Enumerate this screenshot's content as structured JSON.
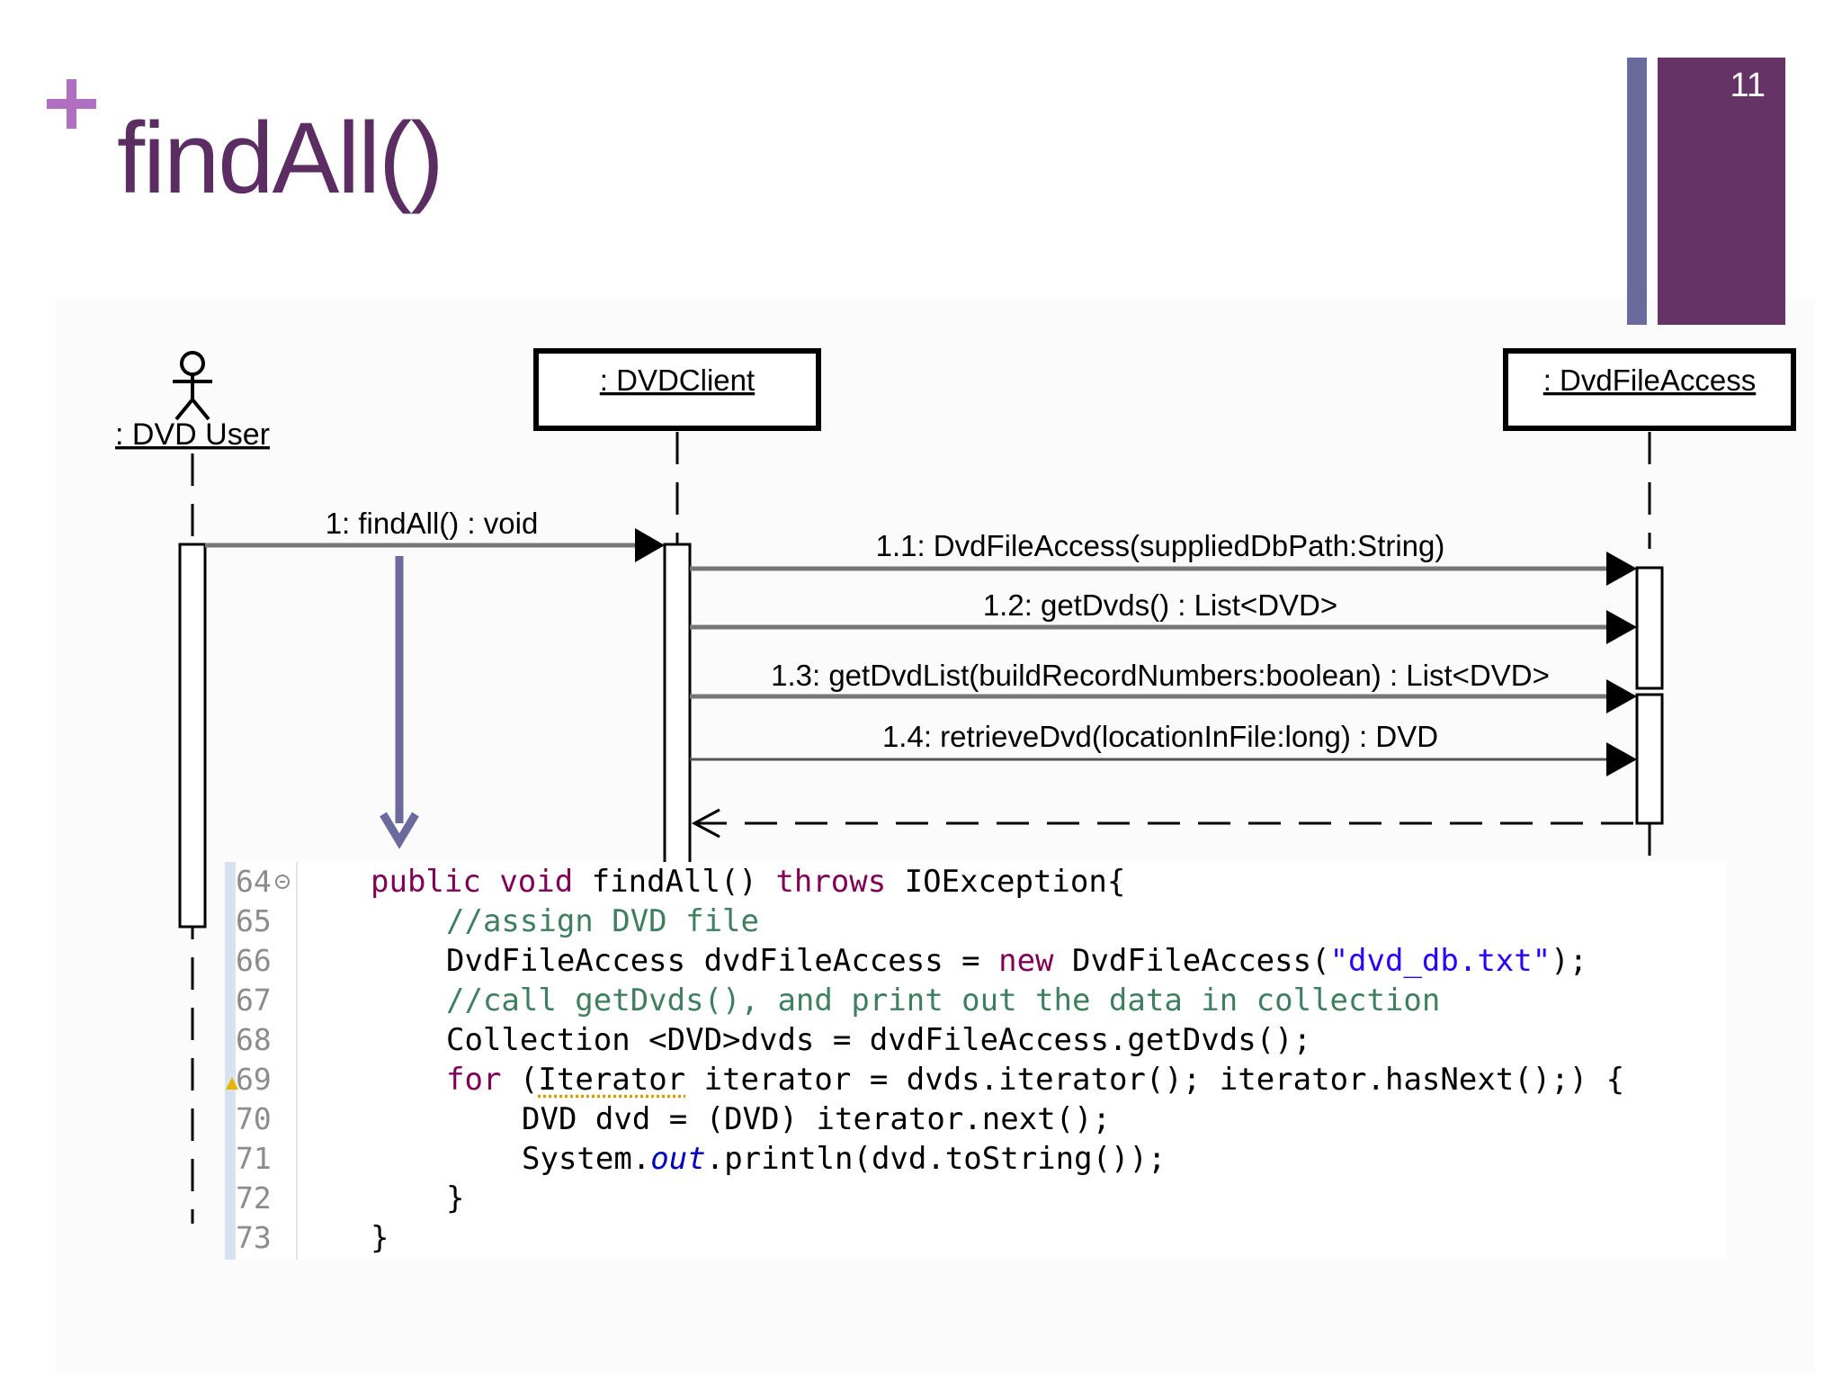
{
  "slide": {
    "title": "findAll()",
    "number": "11"
  },
  "diagram": {
    "actor": {
      "label": ": DVD User"
    },
    "lifelines": [
      {
        "label": ": DVDClient"
      },
      {
        "label": ": DvdFileAccess"
      }
    ],
    "messages": [
      {
        "label": "1: findAll() : void"
      },
      {
        "label": "1.1: DvdFileAccess(suppliedDbPath:String)"
      },
      {
        "label": "1.2: getDvds() : List<DVD>"
      },
      {
        "label": "1.3: getDvdList(buildRecordNumbers:boolean) : List<DVD>"
      },
      {
        "label": "1.4: retrieveDvd(locationInFile:long) : DVD"
      }
    ]
  },
  "code": {
    "line_numbers": [
      "64",
      "65",
      "66",
      "67",
      "68",
      "69",
      "70",
      "71",
      "72",
      "73"
    ],
    "lines": {
      "l64": {
        "kw1": "public",
        "kw2": "void",
        "rest1": " findAll() ",
        "kw3": "throws",
        "rest2": " IOException{"
      },
      "l65": {
        "comment": "//assign DVD file"
      },
      "l66": {
        "pre": "DvdFileAccess dvdFileAccess = ",
        "kw": "new",
        "mid": " DvdFileAccess(",
        "str": "\"dvd_db.txt\"",
        "post": ");"
      },
      "l67": {
        "comment": "//call getDvds(), and print out the data in collection"
      },
      "l68": {
        "text": "Collection <DVD>dvds = dvdFileAccess.getDvds();"
      },
      "l69": {
        "kw": "for",
        "pre": " (",
        "warn": "Iterator",
        "post": " iterator = dvds.iterator(); iterator.hasNext();) {"
      },
      "l70": {
        "text": "DVD dvd = (DVD) iterator.next();"
      },
      "l71": {
        "pre": "System.",
        "field": "out",
        "post": ".println(dvd.toString());"
      },
      "l72": {
        "text": "}"
      },
      "l73": {
        "text": "}"
      }
    }
  },
  "colors": {
    "accent": "#663366",
    "accent_secondary": "#6a6a9c",
    "plus": "#b06fc0",
    "title": "#5b2d63",
    "java_keyword": "#7f0055",
    "java_comment": "#3f7f5f",
    "java_string": "#2a00ff"
  }
}
